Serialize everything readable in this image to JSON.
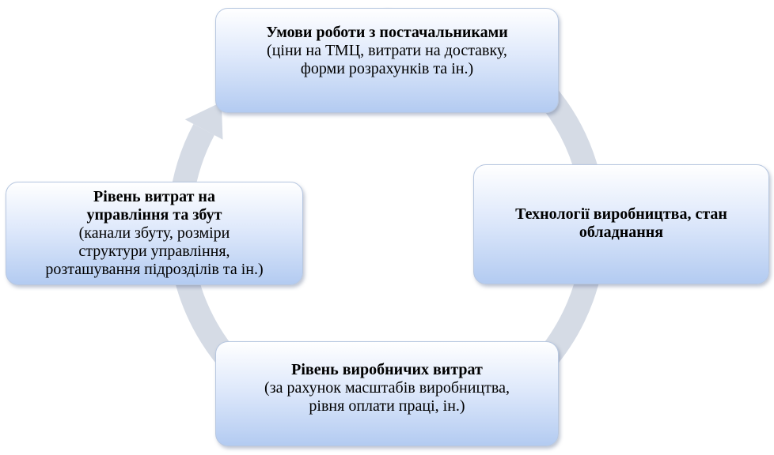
{
  "nodes": {
    "top": {
      "title": "Умови роботи з постачальниками",
      "details": [
        "(ціни на ТМЦ,  витрати на доставку,",
        "форми розрахунків та ін.)"
      ]
    },
    "right": {
      "title": [
        "Технології виробництва,  стан",
        "обладнання"
      ]
    },
    "bottom": {
      "title": "Рівень виробничих витрат",
      "details": [
        "(за рахунок масштабів виробництва,",
        "рівня оплати праці, ін.)"
      ]
    },
    "left": {
      "title": [
        "Рівень витрат  на",
        "управління та  збут"
      ],
      "details": [
        "(канали збуту, розміри",
        "структури управління,",
        "розташування підрозділів  та ін.)"
      ]
    }
  },
  "colors": {
    "ring": "#d5dbe5",
    "node_border": "#b7c7e0",
    "node_fill_top": "#ffffff",
    "node_fill_bottom": "#b3cbf1"
  }
}
